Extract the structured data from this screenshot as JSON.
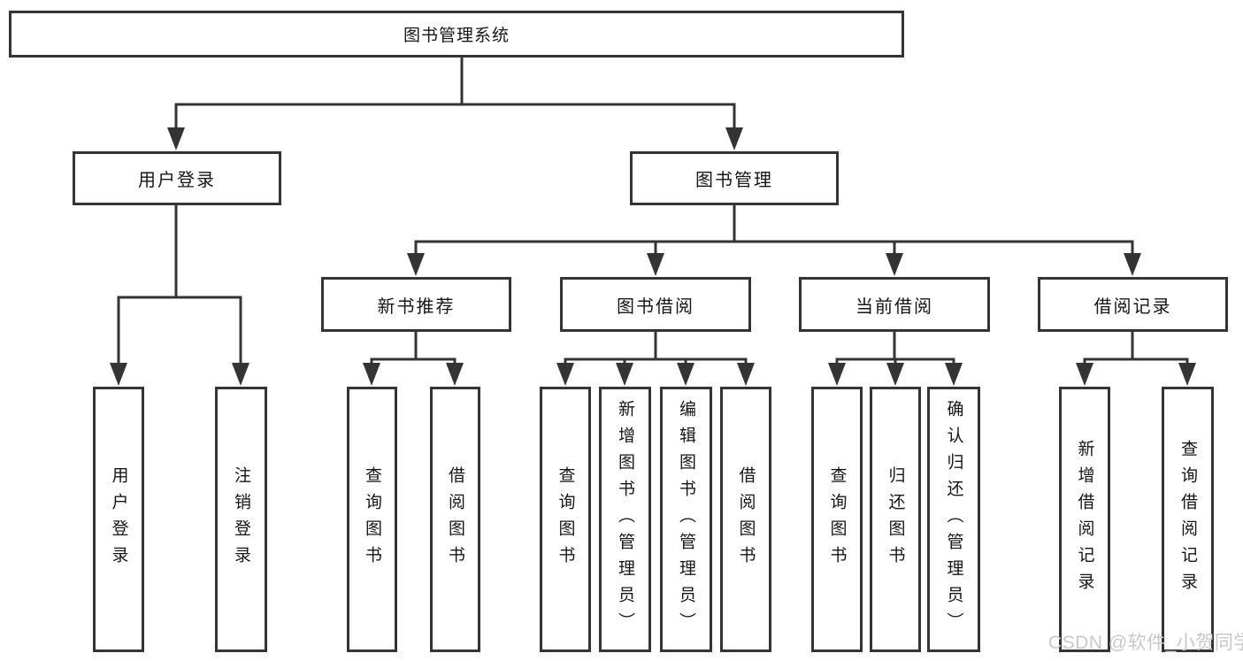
{
  "title": "图书管理系统",
  "watermark": "CSDN @软件_小贺同学",
  "colors": {
    "line": "#343434",
    "text": "#161616",
    "watermark": "#c8c8c8",
    "bg": "#ffffff"
  },
  "nodes": {
    "root": {
      "label": "图书管理系统"
    },
    "user_login": {
      "label": "用户登录"
    },
    "book_mgmt": {
      "label": "图书管理"
    },
    "new_book_rec": {
      "label": "新书推荐"
    },
    "book_borrow": {
      "label": "图书借阅"
    },
    "current_borrow": {
      "label": "当前借阅"
    },
    "borrow_record": {
      "label": "借阅记录"
    },
    "leaf_user_login": {
      "label": "用户登录"
    },
    "leaf_logout": {
      "label": "注销登录"
    },
    "rec_query_book": {
      "label": "查询图书"
    },
    "rec_borrow_book": {
      "label": "借阅图书"
    },
    "bb_query_book": {
      "label": "查询图书"
    },
    "bb_add_book": {
      "label": "新增图书（管理员）"
    },
    "bb_edit_book": {
      "label": "编辑图书（管理员）"
    },
    "bb_borrow_book": {
      "label": "借阅图书"
    },
    "cb_query_book": {
      "label": "查询图书"
    },
    "cb_return_book": {
      "label": "归还图书"
    },
    "cb_confirm_return": {
      "label": "确认归还（管理员）"
    },
    "br_add_record": {
      "label": "新增借阅记录"
    },
    "br_query_record": {
      "label": "查询借阅记录"
    }
  }
}
